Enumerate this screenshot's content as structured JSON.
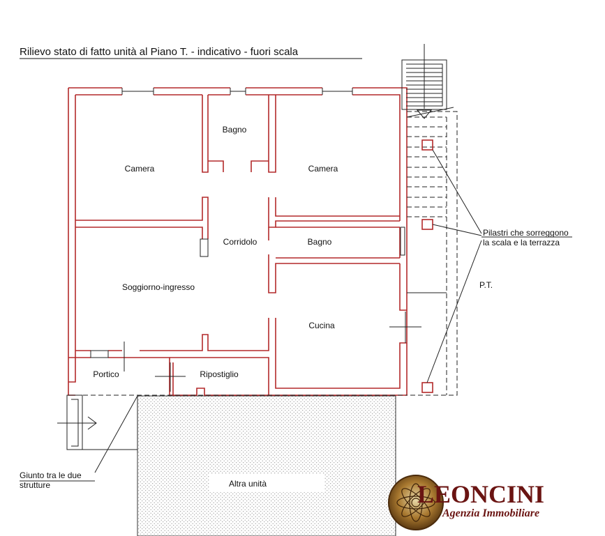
{
  "title": "Rilievo stato di fatto unità al Piano T. - indicativo - fuori scala",
  "rooms": {
    "camera_left": "Camera",
    "bagno_top": "Bagno",
    "camera_right": "Camera",
    "corridoio": "Corridolo",
    "bagno_mid": "Bagno",
    "soggiorno": "Soggiorno-ingresso",
    "cucina": "Cucina",
    "portico": "Portico",
    "ripostiglio": "Ripostiglio",
    "altra_unita": "Altra unità"
  },
  "annotations": {
    "pilastri_line1": "Pilastri che sorreggono",
    "pilastri_line2": "la scala e la terrazza",
    "floor_label": "P.T.",
    "giunto_line1": "Giunto tra le due",
    "giunto_line2": "strutture"
  },
  "logo": {
    "name": "LEONCINI",
    "subtitle": "Agenzia Immobiliare"
  },
  "colors": {
    "wall": "#b3292a",
    "logo": "#6a1412"
  }
}
